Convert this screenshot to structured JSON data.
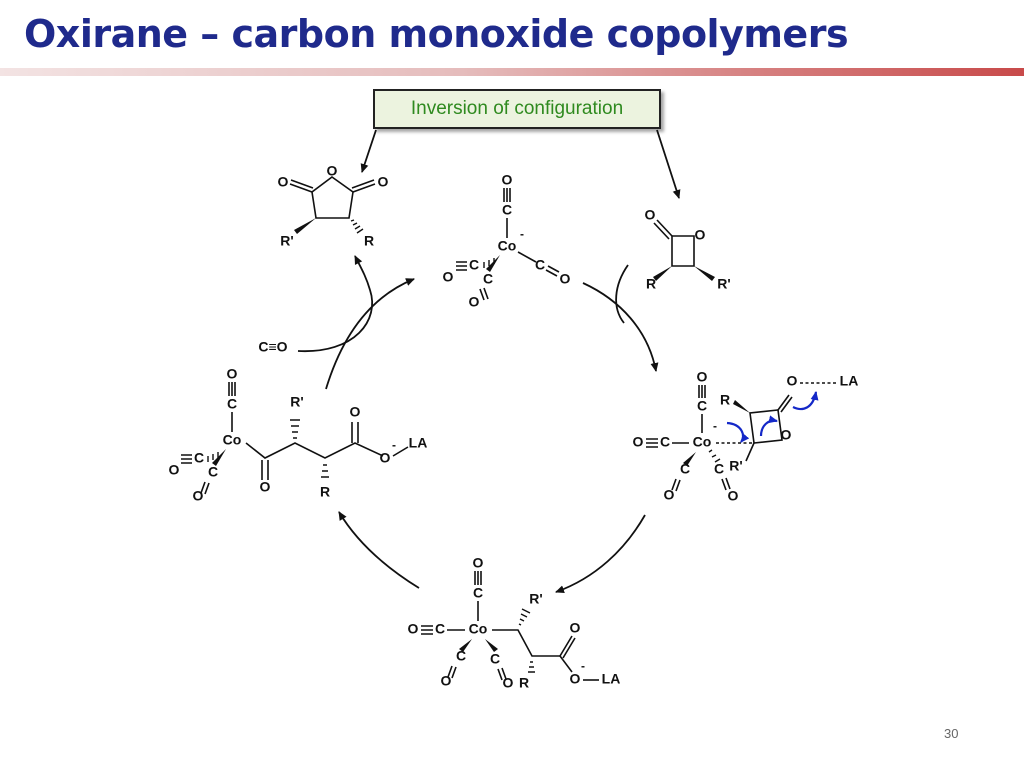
{
  "slide": {
    "title": "Oxirane – carbon monoxide copolymers",
    "callout": "Inversion of configuration",
    "page_number": "30"
  },
  "atoms": {
    "O": "O",
    "C": "C",
    "Co": "Co",
    "R": "R",
    "R_prime": "R'",
    "LA": "LA",
    "minus": "-",
    "CO": "C≡O"
  },
  "colors": {
    "title": "#1f2a8c",
    "callout_text": "#2f8a1f",
    "callout_bg": "#ecf3df",
    "curved_arrows": "#1428c8",
    "rule_end": "#c84a4a"
  }
}
